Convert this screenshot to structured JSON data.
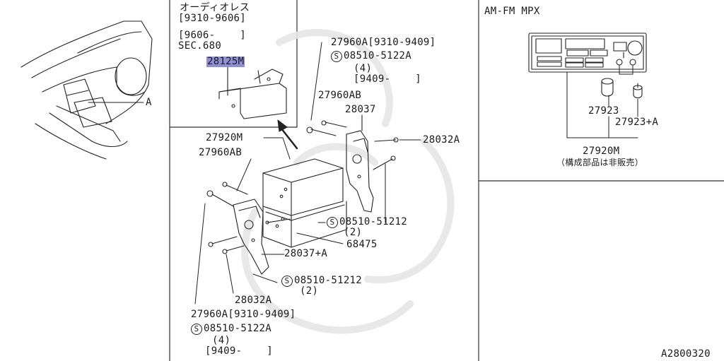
{
  "inset": {
    "line1": "オーディオレス",
    "line2": "[9310-9606]",
    "line3": "[9606-    ]",
    "line4": "SEC.680",
    "highlight_part": "28125M"
  },
  "overview": {
    "callout": "A"
  },
  "mpx": {
    "title": "AM-FM MPX",
    "p1": "27923",
    "p2": "27923+A",
    "assembly": "27920M",
    "assembly_note": "（構成部品は非販売）"
  },
  "parts": {
    "upper_bolt": "27960A[9310-9409]",
    "upper_screw": "08510-5122A",
    "upper_screw_qty": "(4)",
    "upper_screw_date": "[9409-    ]",
    "upper_ab": "27960AB",
    "right_bracket": "28037",
    "right_bolt": "28032A",
    "unit": "27920M",
    "left_ab": "27960AB",
    "screw_right": "08510-51212",
    "screw_right_qty": "(2)",
    "holder": "68475",
    "left_bracket": "28037+A",
    "screw_left": "08510-51212",
    "screw_left_qty": "(2)",
    "left_bolt": "28032A",
    "lower_bolt": "27960A[9310-9409]",
    "lower_screw": "08510-5122A",
    "lower_screw_qty": "(4)",
    "lower_screw_date": "[9409-    ]"
  },
  "screw_symbol": "S",
  "diagram_id": "A2800320"
}
